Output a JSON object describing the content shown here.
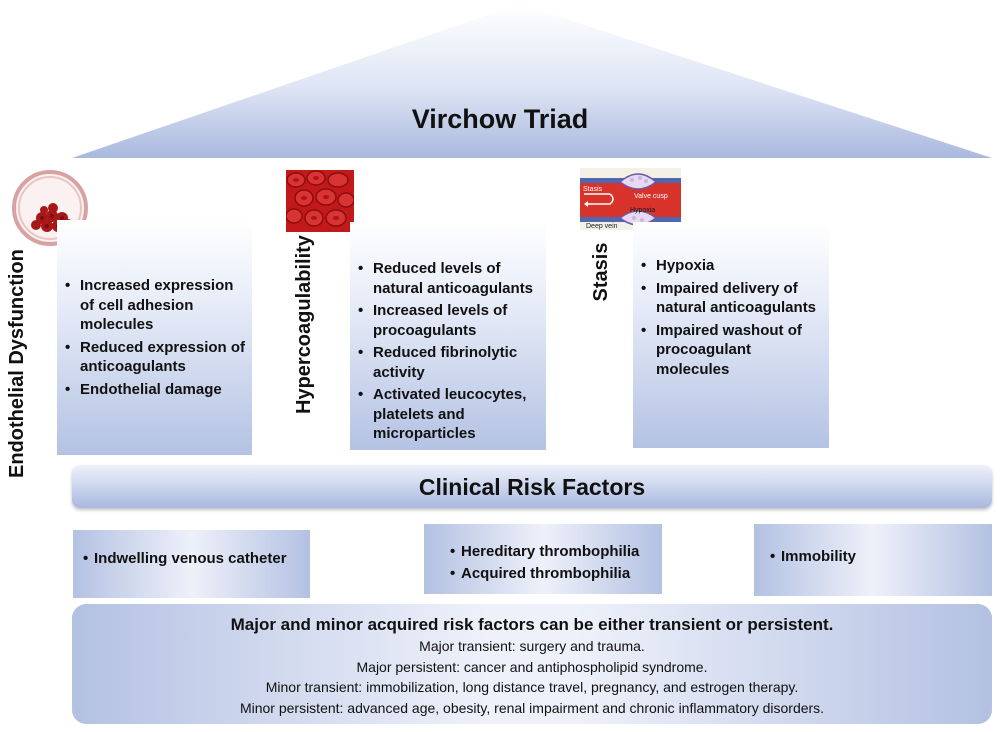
{
  "roof": {
    "title": "Virchow Triad"
  },
  "pillars": [
    {
      "label": "Endothelial Dysfunction",
      "items": [
        "Increased expression of cell adhesion molecules",
        "Reduced expression of anticoagulants",
        "Endothelial damage"
      ]
    },
    {
      "label": "Hypercoagulability",
      "items": [
        "Reduced levels of natural anticoagulants",
        "Increased levels of procoagulants",
        "Reduced fibrinolytic activity",
        "Activated leucocytes, platelets and microparticles"
      ]
    },
    {
      "label": "Stasis",
      "items": [
        "Hypoxia",
        "Impaired delivery of natural anticoagulants",
        "Impaired washout of procoagulant molecules"
      ]
    }
  ],
  "stasis_image": {
    "stasis": "Stasis",
    "valve_cusp": "Valve cusp",
    "hypoxia": "Hypoxia",
    "deep_vein": "Deep vein"
  },
  "clinical": {
    "title": "Clinical Risk Factors",
    "boxes": [
      {
        "items": [
          "Indwelling venous catheter"
        ]
      },
      {
        "items": [
          "Hereditary thrombophilia",
          "Acquired thrombophilia"
        ]
      },
      {
        "items": [
          "Immobility"
        ]
      }
    ]
  },
  "info": {
    "heading": "Major and minor acquired risk factors can be either transient or persistent.",
    "lines": [
      "Major transient: surgery and trauma.",
      "Major persistent: cancer and antiphospholipid syndrome.",
      "Minor transient: immobilization, long distance travel, pregnancy, and estrogen therapy.",
      "Minor persistent: advanced age, obesity, renal impairment and chronic inflammatory disorders."
    ]
  },
  "colors": {
    "panel_light": "#eef1fa",
    "panel_dark": "#b3c1e2",
    "blood_red": "#c41e1e"
  }
}
